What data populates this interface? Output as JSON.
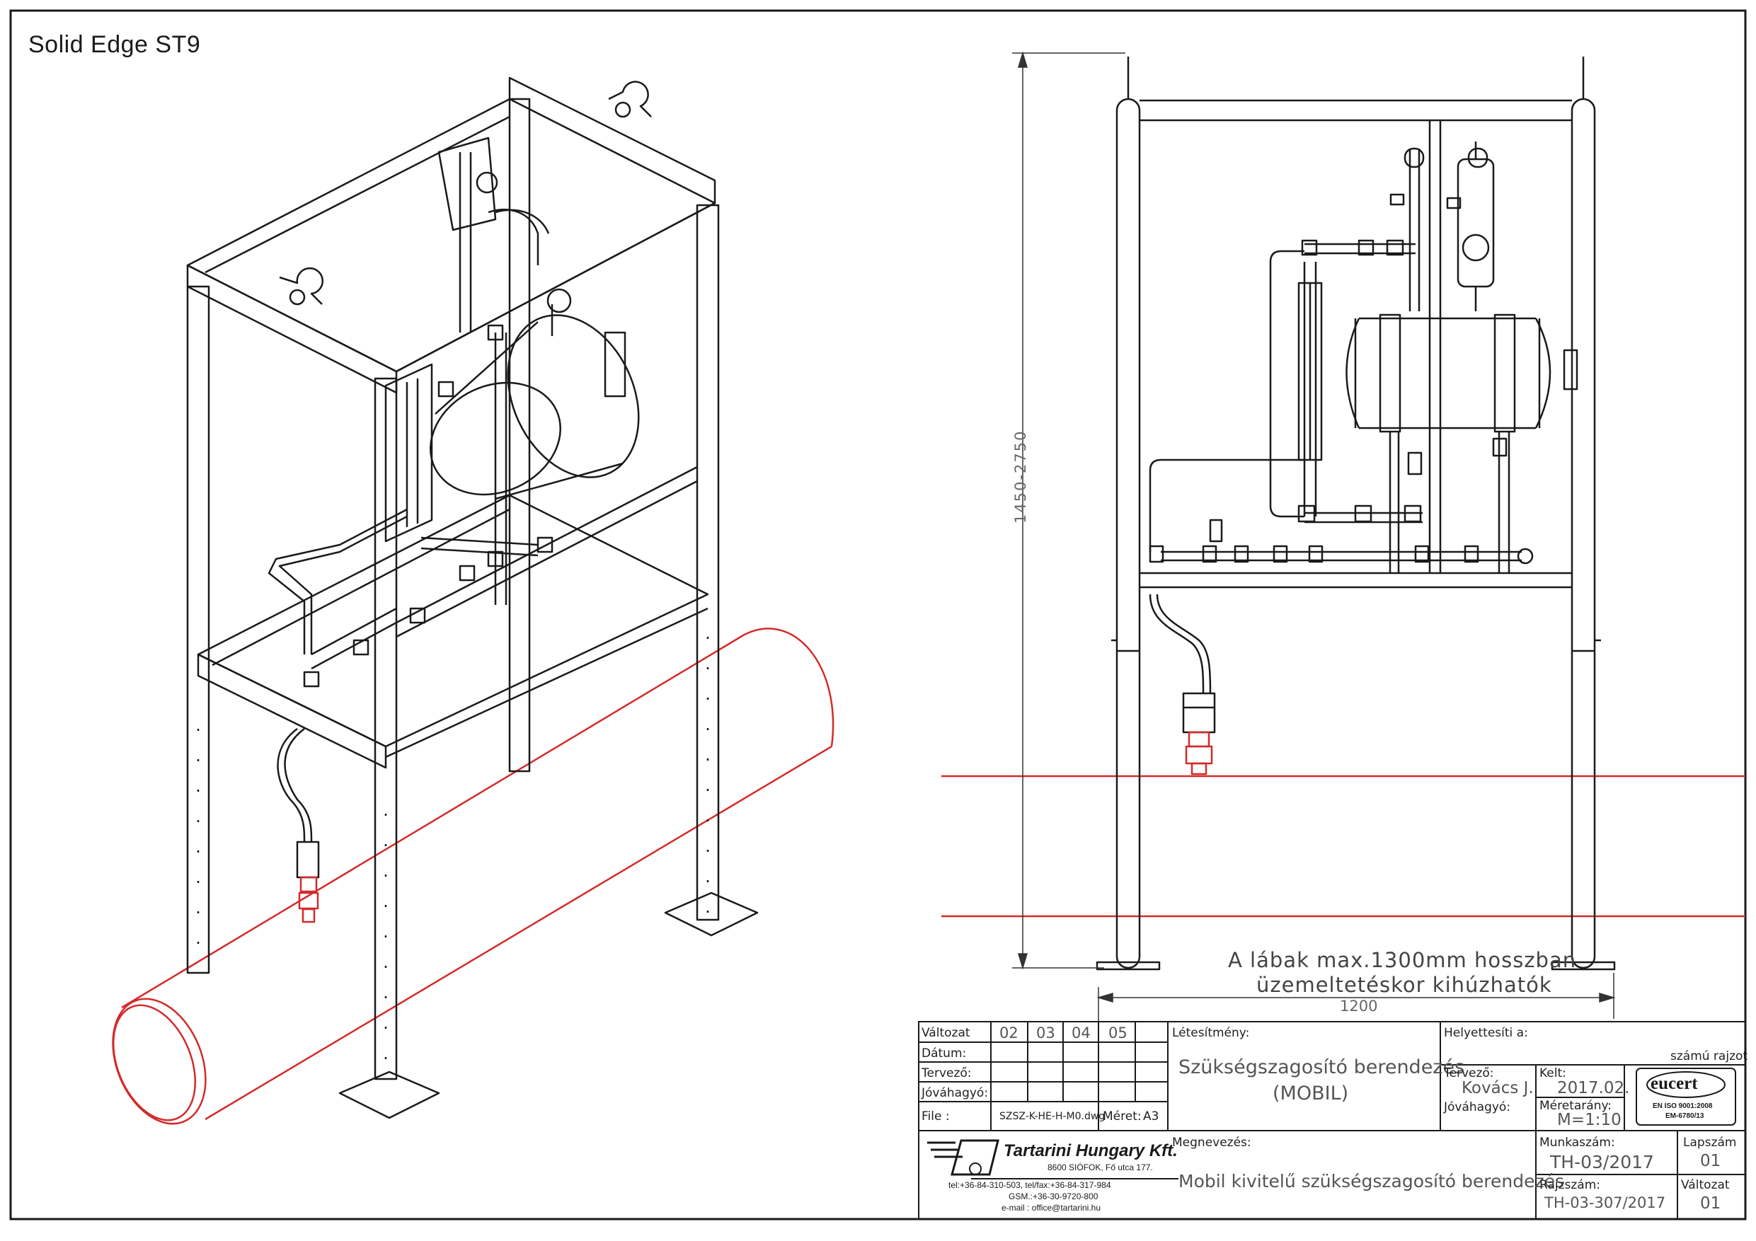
{
  "app": {
    "title": "Solid Edge  ST9"
  },
  "dimensions": {
    "vertical": "1450-2750",
    "horizontal": "1200"
  },
  "note": {
    "line1": "A lábak max.1300mm hosszban",
    "line2": "üzemeltetéskor kihúzhatók"
  },
  "colors": {
    "line": "#1a1a1a",
    "pipe": "#d42a2a",
    "frame": "#ffffff"
  },
  "title_block": {
    "revision_label": "Változat",
    "revisions": [
      "02",
      "03",
      "04",
      "05"
    ],
    "date_label": "Dátum:",
    "designer_label": "Tervező:",
    "approver_label": "Jóváhagyó:",
    "file_label": "File :",
    "file_value": "SZSZ-K-HE-H-M0.dwg",
    "size_label": "Méret:",
    "size_value": "A3",
    "facility_label": "Létesítmény:",
    "facility_value_line1": "Szükségszagosító berendezés",
    "facility_value_line2": "(MOBIL)",
    "replaces_label": "Helyettesíti a:",
    "replaces_suffix": "számú rajzot",
    "designer2_label": "Tervező:",
    "designer2_value": "Kovács J.",
    "approver2_label": "Jóváhagyó:",
    "issued_label": "Kelt:",
    "issued_value": "2017.02.",
    "scale_label": "Méretarány:",
    "scale_value": "M=1:10",
    "cert_logo": "eucert",
    "cert_line1": "EN ISO 9001:2008",
    "cert_line2": "EM-6780/13",
    "company": {
      "name": "Tartarini Hungary Kft.",
      "address": "8600 SIÓFOK, Fő utca 177.",
      "phone": "tel:+36-84-310-503, tel/fax:+36-84-317-984",
      "mobile": "GSM.:+36-30-9720-800",
      "email": "e-mail : office@tartarini.hu"
    },
    "name_label": "Megnevezés:",
    "name_value": "Mobil kivitelű szükségszagosító berendezés",
    "job_label": "Munkaszám:",
    "job_value": "TH-03/2017",
    "drawing_label": "Rajzszám:",
    "drawing_value": "TH-03-307/2017",
    "sheet_label": "Lapszám",
    "sheet_value": "01",
    "version_label": "Változat",
    "version_value": "01"
  }
}
